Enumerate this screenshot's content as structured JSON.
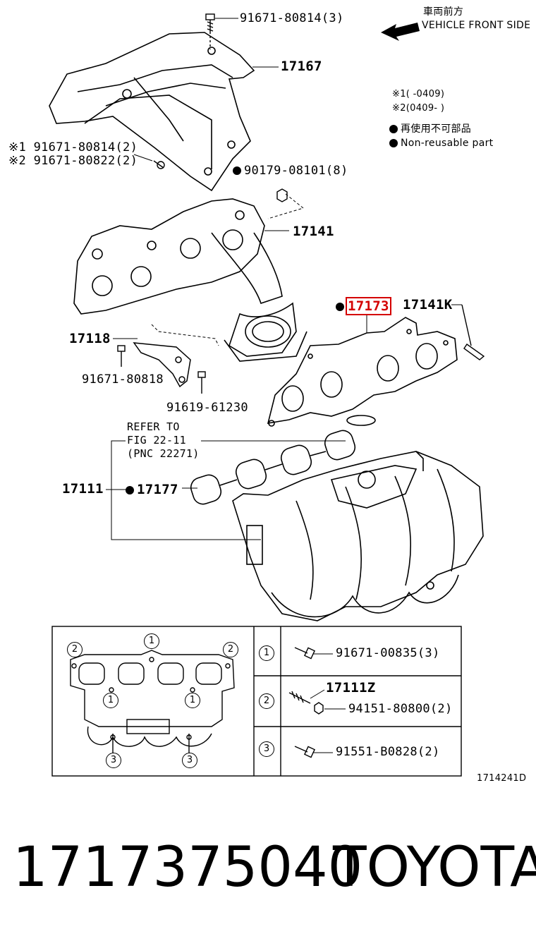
{
  "header": {
    "direction_jp": "車両前方",
    "direction_en": "VEHICLE FRONT SIDE",
    "note1": "※1(    -0409)",
    "note2": "※2(0409-    )",
    "legend_jp": "再使用不可部品",
    "legend_en": "Non-reusable part"
  },
  "parts": {
    "p_91671_80814_3": "91671-80814(3)",
    "p_17167": "17167",
    "p_note1_bolt": "※1 91671-80814(2)",
    "p_note2_bolt": "※2 91671-80822(2)",
    "p_90179": "90179-08101(8)",
    "p_17141": "17141",
    "p_17173": "17173",
    "p_17141K": "17141K",
    "p_17118": "17118",
    "p_91671_80818": "91671-80818",
    "p_91619": "91619-61230",
    "refer_1": "REFER TO",
    "refer_2": "FIG 22-11",
    "refer_3": "(PNC 22271)",
    "p_17111": "17111",
    "p_17177": "17177"
  },
  "inset": {
    "markers": {
      "one": "1",
      "two": "2",
      "three": "3"
    },
    "rows": [
      {
        "num": "1",
        "part": "91671-00835(3)"
      },
      {
        "num": "2",
        "part_a": "17111Z",
        "part": "94151-80800(2)"
      },
      {
        "num": "3",
        "part": "91551-B0828(2)"
      }
    ]
  },
  "figure_id": "1714241D",
  "footer": {
    "part_number": "1717375040",
    "brand": "TOYOTA"
  }
}
